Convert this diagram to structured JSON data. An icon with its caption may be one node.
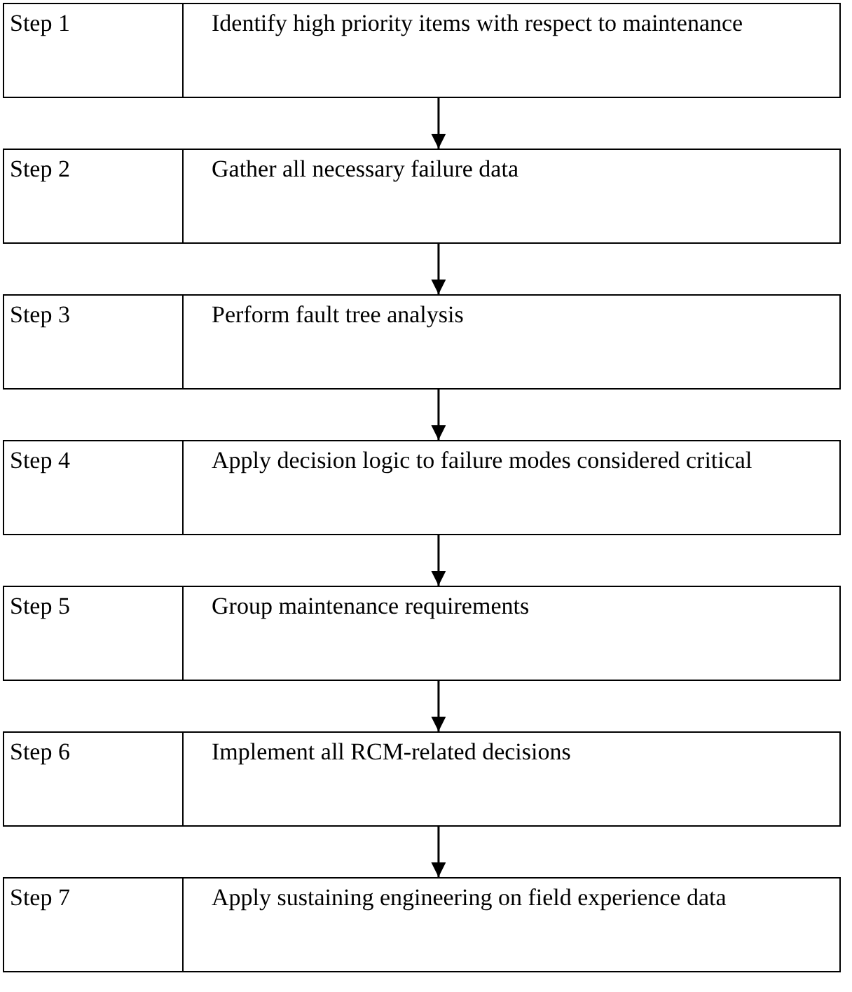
{
  "diagram": {
    "nodes": [
      {
        "text": [
          "Step 1",
          "Identify high priority items with respect to maintenance"
        ]
      },
      {
        "text": [
          "Step 2",
          "Gather all necessary failure data"
        ]
      },
      {
        "text": [
          "Step 3",
          "Perform fault tree analysis"
        ]
      },
      {
        "text": [
          "Step 4",
          "Apply decision logic to failure modes considered critical"
        ]
      },
      {
        "text": [
          "Step 5",
          "Group maintenance requirements"
        ]
      },
      {
        "text": [
          "Step 6",
          "Implement all RCM-related decisions"
        ]
      },
      {
        "text": [
          "Step 7",
          "Apply sustaining engineering on field experience data"
        ]
      }
    ],
    "edges": [
      {
        "from": 0,
        "to": 1,
        "arrow": "to"
      },
      {
        "from": 1,
        "to": 2,
        "arrow": "to"
      },
      {
        "from": 2,
        "to": 3,
        "arrow": "to"
      },
      {
        "from": 3,
        "to": 4,
        "arrow": "to"
      },
      {
        "from": 4,
        "to": 5,
        "arrow": "to"
      },
      {
        "from": 5,
        "to": 6,
        "arrow": "to"
      }
    ]
  }
}
